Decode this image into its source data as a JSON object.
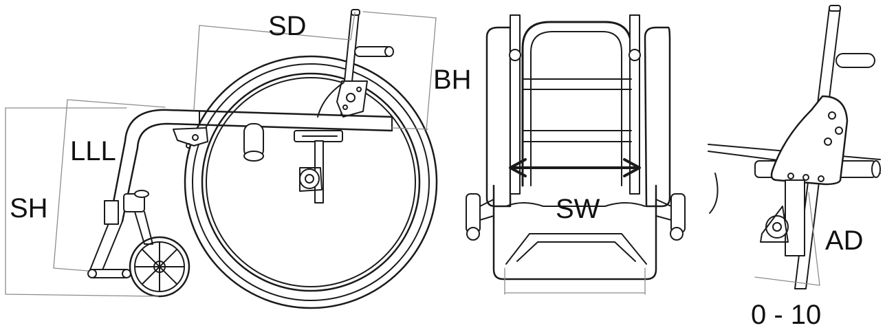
{
  "labels": {
    "sd": "SD",
    "bh": "BH",
    "lll": "LLL",
    "sh": "SH",
    "sw": "SW",
    "ad": "AD",
    "ad_range": "0 - 10"
  },
  "colors": {
    "line": "#1a1a1a",
    "dimension": "#8c8c8c",
    "fill": "#ffffff"
  }
}
